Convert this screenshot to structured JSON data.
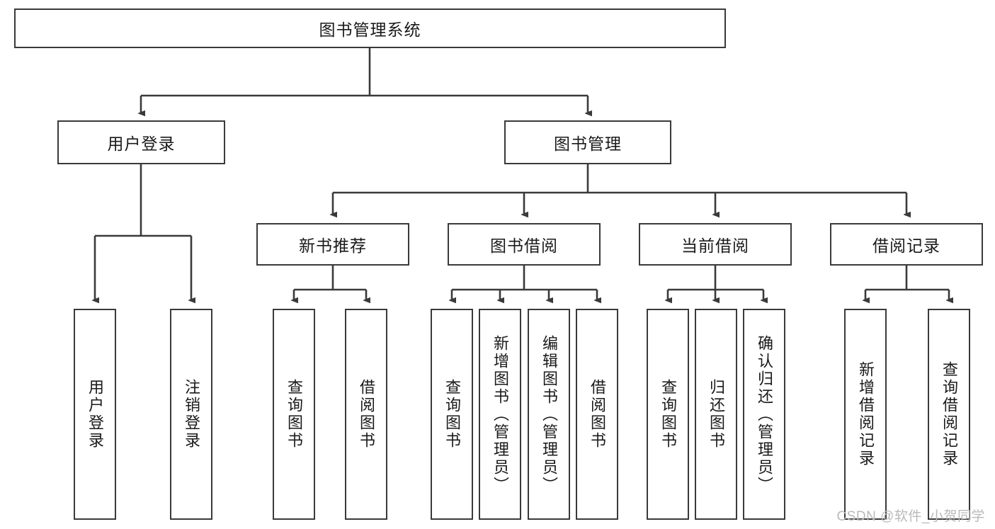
{
  "diagram": {
    "type": "tree",
    "title": "图书管理系统",
    "root": {
      "id": "root",
      "label": "图书管理系统"
    },
    "level2": [
      {
        "id": "user-login",
        "label": "用户登录"
      },
      {
        "id": "book-manage",
        "label": "图书管理"
      }
    ],
    "level3": [
      {
        "id": "new-book-rec",
        "label": "新书推荐"
      },
      {
        "id": "book-borrow",
        "label": "图书借阅"
      },
      {
        "id": "current-borrow",
        "label": "当前借阅"
      },
      {
        "id": "borrow-record",
        "label": "借阅记录"
      }
    ],
    "leaves": {
      "user_login": [
        {
          "id": "leaf-user-login",
          "label": "用户登录"
        },
        {
          "id": "leaf-logout-login",
          "label": "注销登录"
        }
      ],
      "new_book_rec": [
        {
          "id": "leaf-query-book-1",
          "label": "查询图书"
        },
        {
          "id": "leaf-borrow-book-1",
          "label": "借阅图书"
        }
      ],
      "book_borrow": [
        {
          "id": "leaf-query-book-2",
          "label": "查询图书"
        },
        {
          "id": "leaf-add-book",
          "label": "新增图书（管理员）"
        },
        {
          "id": "leaf-edit-book",
          "label": "编辑图书（管理员）"
        },
        {
          "id": "leaf-borrow-book-2",
          "label": "借阅图书"
        }
      ],
      "current_borrow": [
        {
          "id": "leaf-query-book-3",
          "label": "查询图书"
        },
        {
          "id": "leaf-return-book",
          "label": "归还图书"
        },
        {
          "id": "leaf-confirm-return",
          "label": "确认归还（管理员）"
        }
      ],
      "borrow_record": [
        {
          "id": "leaf-add-record",
          "label": "新增借阅记录"
        },
        {
          "id": "leaf-query-record",
          "label": "查询借阅记录"
        }
      ]
    }
  },
  "watermark": {
    "text": "CSDN @软件_小贺同学"
  },
  "colors": {
    "stroke": "#3a3a3a",
    "fill": "#ffffff",
    "text": "#1a1a1a",
    "watermark": "#b9b9b9"
  }
}
